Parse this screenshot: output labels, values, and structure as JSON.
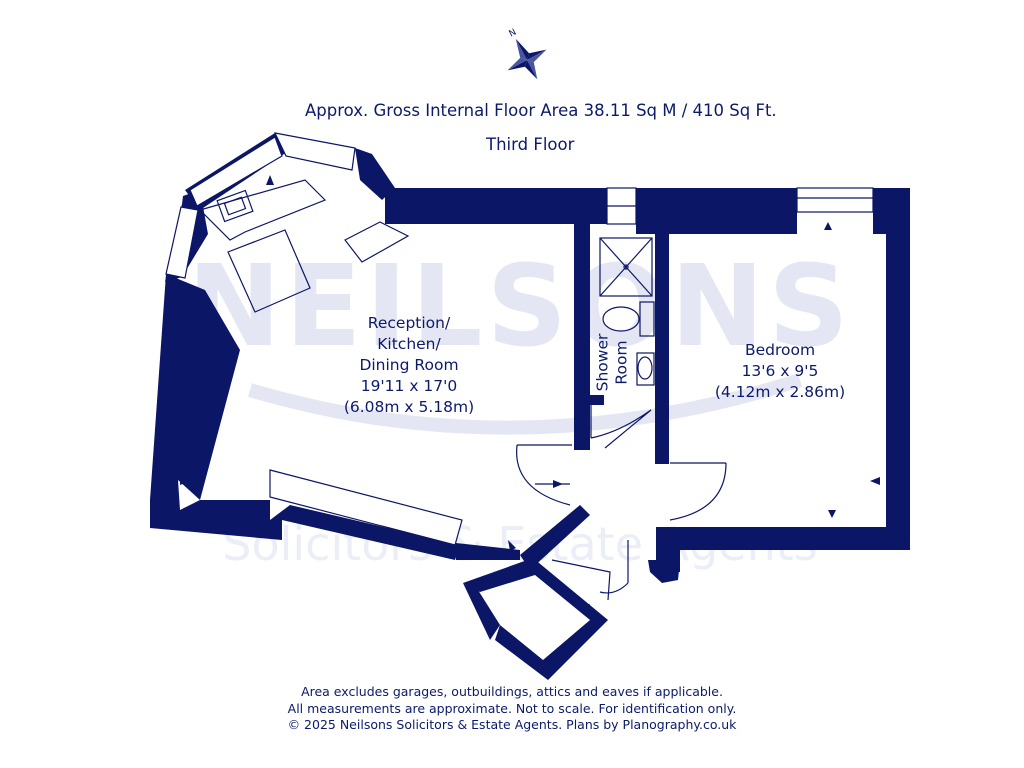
{
  "header": {
    "area": "Approx. Gross Internal Floor Area 38.11 Sq M / 410 Sq Ft.",
    "floor": "Third Floor"
  },
  "rooms": {
    "reception": {
      "name_line1": "Reception/",
      "name_line2": "Kitchen/",
      "name_line3": "Dining Room",
      "dims_imperial": "19'11 x 17'0",
      "dims_metric": "(6.08m x 5.18m)"
    },
    "shower": {
      "word1": "Shower",
      "word2": "Room"
    },
    "bedroom": {
      "name": "Bedroom",
      "dims_imperial": "13'6 x 9'5",
      "dims_metric": "(4.12m x 2.86m)"
    }
  },
  "watermark": {
    "brand": "NEILSONS",
    "tagline": "Solicitors & Estate Agents"
  },
  "footer": {
    "line1": "Area excludes garages, outbuildings, attics and eaves if applicable.",
    "line2": "All measurements are approximate. Not to scale. For identification only.",
    "line3": "© 2025 Neilsons Solicitors & Estate Agents. Plans by Planography.co.uk"
  },
  "compass": {
    "north_label": "N"
  },
  "colors": {
    "wall": "#0c1666",
    "ink": "#0c1a6b",
    "window": "#ffffff",
    "watermark": "#e4e7f3"
  }
}
